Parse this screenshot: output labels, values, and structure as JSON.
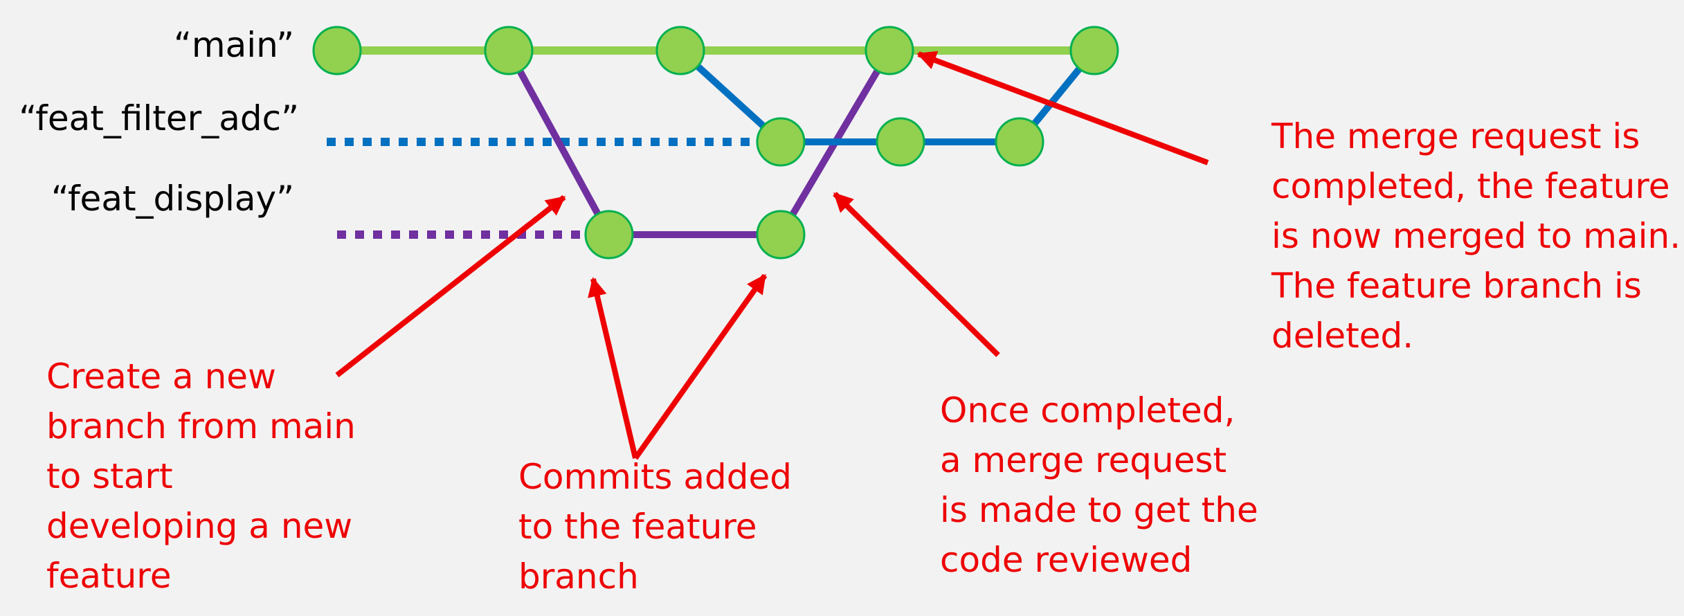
{
  "colors": {
    "main": "#92d050",
    "feat_filter_adc": "#0070c0",
    "feat_display": "#7030a0",
    "commit_fill": "#92d050",
    "commit_stroke": "#00b050",
    "annotation": "#ee0000",
    "background": "#f2f2f2"
  },
  "branches": {
    "main": "“main”",
    "feat_filter_adc": "“feat_filter_adc”",
    "feat_display": "“feat_display”"
  },
  "annotations": {
    "create_branch": [
      "Create a new",
      "branch from main",
      "to start",
      "developing a new",
      "feature"
    ],
    "commits_added": [
      "Commits added",
      "to the feature",
      "branch"
    ],
    "merge_request": [
      "Once completed,",
      "a merge request",
      "is made to get the",
      "code reviewed"
    ],
    "merged": [
      "The merge request is",
      "completed, the feature",
      "is now merged to main.",
      "The feature branch is",
      "deleted."
    ]
  }
}
